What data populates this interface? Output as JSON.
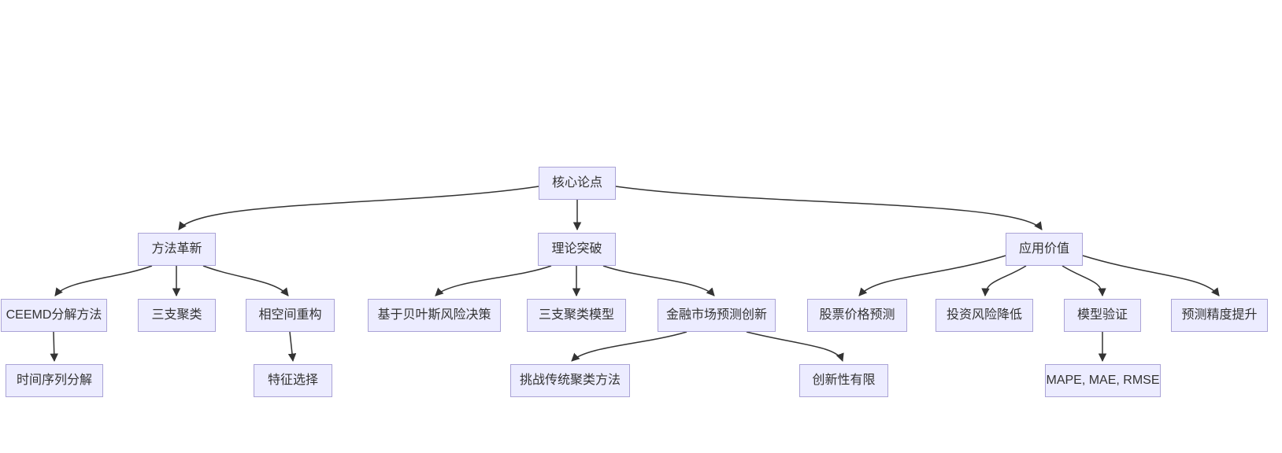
{
  "diagram": {
    "type": "flowchart",
    "direction": "top-down",
    "colors": {
      "background": "#ffffff",
      "node_fill": "#ECECFF",
      "node_border": "#aaa3d6",
      "edge": "#333333",
      "text": "#333333"
    },
    "nodes": [
      {
        "id": "core",
        "label": "核心论点"
      },
      {
        "id": "method",
        "label": "方法革新"
      },
      {
        "id": "theory",
        "label": "理论突破"
      },
      {
        "id": "application",
        "label": "应用价值"
      },
      {
        "id": "ceemd",
        "label": "CEEMD分解方法"
      },
      {
        "id": "threeway",
        "label": "三支聚类"
      },
      {
        "id": "phase",
        "label": "相空间重构"
      },
      {
        "id": "bayes",
        "label": "基于贝叶斯风险决策"
      },
      {
        "id": "threemodel",
        "label": "三支聚类模型"
      },
      {
        "id": "finance",
        "label": "金融市场预测创新"
      },
      {
        "id": "stock",
        "label": "股票价格预测"
      },
      {
        "id": "invest",
        "label": "投资风险降低"
      },
      {
        "id": "model",
        "label": "模型验证"
      },
      {
        "id": "precision",
        "label": "预测精度提升"
      },
      {
        "id": "timeseries",
        "label": "时间序列分解"
      },
      {
        "id": "feature",
        "label": "特征选择"
      },
      {
        "id": "challenge",
        "label": "挑战传统聚类方法"
      },
      {
        "id": "limited",
        "label": "创新性有限"
      },
      {
        "id": "mape",
        "label": "MAPE, MAE, RMSE"
      }
    ],
    "edges": [
      {
        "from": "core",
        "to": "method"
      },
      {
        "from": "core",
        "to": "theory"
      },
      {
        "from": "core",
        "to": "application"
      },
      {
        "from": "method",
        "to": "ceemd"
      },
      {
        "from": "method",
        "to": "threeway"
      },
      {
        "from": "method",
        "to": "phase"
      },
      {
        "from": "theory",
        "to": "bayes"
      },
      {
        "from": "theory",
        "to": "threemodel"
      },
      {
        "from": "theory",
        "to": "finance"
      },
      {
        "from": "application",
        "to": "stock"
      },
      {
        "from": "application",
        "to": "invest"
      },
      {
        "from": "application",
        "to": "model"
      },
      {
        "from": "application",
        "to": "precision"
      },
      {
        "from": "ceemd",
        "to": "timeseries"
      },
      {
        "from": "phase",
        "to": "feature"
      },
      {
        "from": "finance",
        "to": "challenge"
      },
      {
        "from": "finance",
        "to": "limited"
      },
      {
        "from": "model",
        "to": "mape"
      }
    ]
  }
}
